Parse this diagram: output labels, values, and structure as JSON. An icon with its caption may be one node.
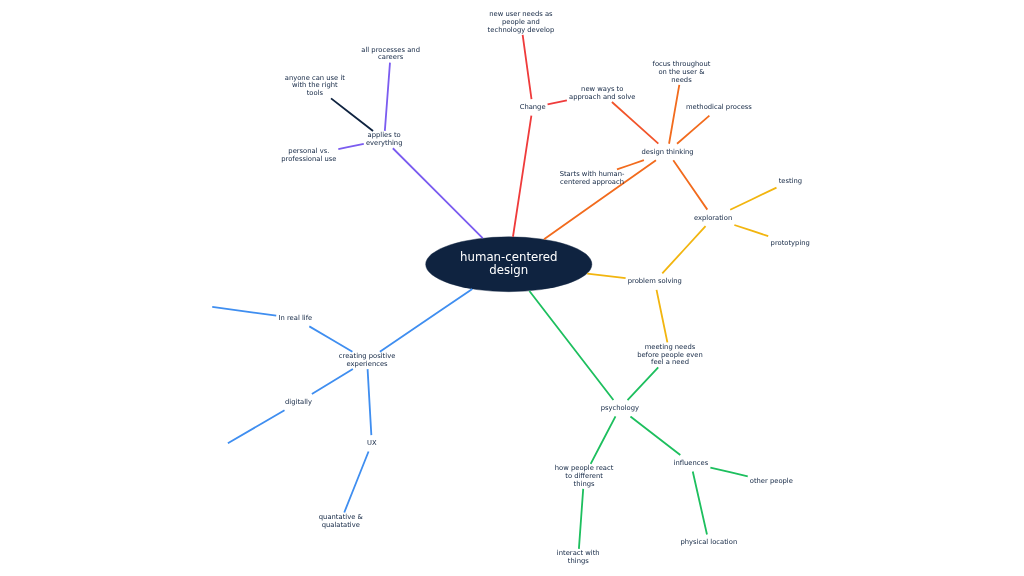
{
  "diagram": {
    "nodes": [
      {
        "text": [
          "human-centered design"
        ]
      },
      {
        "text": [
          "personal vs. professional use"
        ]
      },
      {
        "text": [
          "new user needs as people and technology develop"
        ]
      },
      {
        "text": [
          "new ways to approach and solve"
        ]
      },
      {
        "text": [
          "Starts with human-centered approach"
        ]
      },
      {
        "text": [
          "applies to everything"
        ]
      },
      {
        "text": [
          "Change"
        ]
      },
      {
        "text": [
          "design thinking"
        ]
      },
      {
        "text": [
          "all processes and careers"
        ]
      },
      {
        "text": [
          "focus throughout on the user & needs"
        ]
      },
      {
        "text": [
          "anyone can use it with the right tools"
        ]
      },
      {
        "text": [
          "methodical process"
        ]
      },
      {
        "text": [
          "UX"
        ]
      },
      {
        "text": [
          "quantative & qualatative"
        ]
      },
      {
        "text": [
          "creating positive experiences"
        ]
      },
      {
        "text": [
          "exploration"
        ]
      },
      {
        "text": [
          "problem solving"
        ]
      },
      {
        "text": [
          "prototyping"
        ]
      },
      {
        "text": [
          "testing"
        ]
      },
      {
        "text": [
          "psychology"
        ]
      },
      {
        "text": [
          "In real life"
        ]
      },
      {
        "text": [
          "digitally"
        ]
      },
      {
        "text": [
          "influences"
        ]
      },
      {
        "text": [
          "how people react to different things"
        ]
      },
      {
        "text": [
          "other people"
        ]
      },
      {
        "text": [
          "physical location"
        ]
      },
      {
        "text": [
          "interact with things"
        ]
      },
      {
        "text": [
          "meeting needs before people even feel a need"
        ]
      }
    ],
    "edges": [
      {
        "from": 0,
        "to": 5,
        "arrow": "none",
        "color": "#7b5cf0"
      },
      {
        "from": 5,
        "to": 1,
        "arrow": "none",
        "color": "#7b5cf0"
      },
      {
        "from": 5,
        "to": 8,
        "arrow": "none",
        "color": "#7b5cf0"
      },
      {
        "from": 5,
        "to": 10,
        "arrow": "none",
        "color": "#0f2340"
      },
      {
        "from": 0,
        "to": 6,
        "arrow": "none",
        "color": "#ef3b3b"
      },
      {
        "from": 6,
        "to": 2,
        "arrow": "none",
        "color": "#ef3b3b"
      },
      {
        "from": 6,
        "to": 3,
        "arrow": "none",
        "color": "#ef3b3b"
      },
      {
        "from": 3,
        "to": 7,
        "arrow": "none",
        "color": "#f2542a"
      },
      {
        "from": 0,
        "to": 7,
        "arrow": "none",
        "color": "#f26b1d"
      },
      {
        "from": 7,
        "to": 4,
        "arrow": "none",
        "color": "#f26b1d"
      },
      {
        "from": 7,
        "to": 9,
        "arrow": "none",
        "color": "#f26b1d"
      },
      {
        "from": 7,
        "to": 11,
        "arrow": "none",
        "color": "#f26b1d"
      },
      {
        "from": 7,
        "to": 15,
        "arrow": "none",
        "color": "#f26b1d"
      },
      {
        "from": 0,
        "to": 16,
        "arrow": "none",
        "color": "#f2b50f"
      },
      {
        "from": 15,
        "to": 16,
        "arrow": "none",
        "color": "#f2b50f"
      },
      {
        "from": 15,
        "to": 17,
        "arrow": "none",
        "color": "#f2b50f"
      },
      {
        "from": 15,
        "to": 18,
        "arrow": "none",
        "color": "#f2b50f"
      },
      {
        "from": 16,
        "to": 27,
        "arrow": "none",
        "color": "#f2b50f"
      },
      {
        "from": 0,
        "to": 19,
        "arrow": "none",
        "color": "#1dbf5e"
      },
      {
        "from": 19,
        "to": 27,
        "arrow": "none",
        "color": "#1dbf5e"
      },
      {
        "from": 19,
        "to": 22,
        "arrow": "none",
        "color": "#1dbf5e"
      },
      {
        "from": 22,
        "to": 24,
        "arrow": "none",
        "color": "#1dbf5e"
      },
      {
        "from": 22,
        "to": 25,
        "arrow": "none",
        "color": "#1dbf5e"
      },
      {
        "from": 19,
        "to": 23,
        "arrow": "none",
        "color": "#1dbf5e"
      },
      {
        "from": 23,
        "to": 26,
        "arrow": "none",
        "color": "#1dbf5e"
      },
      {
        "from": 0,
        "to": 14,
        "arrow": "none",
        "color": "#3f8ef0"
      },
      {
        "from": 14,
        "to": 12,
        "arrow": "none",
        "color": "#3f8ef0"
      },
      {
        "from": 12,
        "to": 13,
        "arrow": "none",
        "color": "#3f8ef0"
      },
      {
        "from": 14,
        "to": 20,
        "arrow": "none",
        "color": "#3f8ef0"
      },
      {
        "from": 14,
        "to": 21,
        "arrow": "none",
        "color": "#3f8ef0"
      },
      {
        "from": 20,
        "to": null,
        "arrow": "none",
        "color": "#3f8ef0"
      },
      {
        "from": 21,
        "to": null,
        "arrow": "none",
        "color": "#3f8ef0"
      }
    ]
  }
}
